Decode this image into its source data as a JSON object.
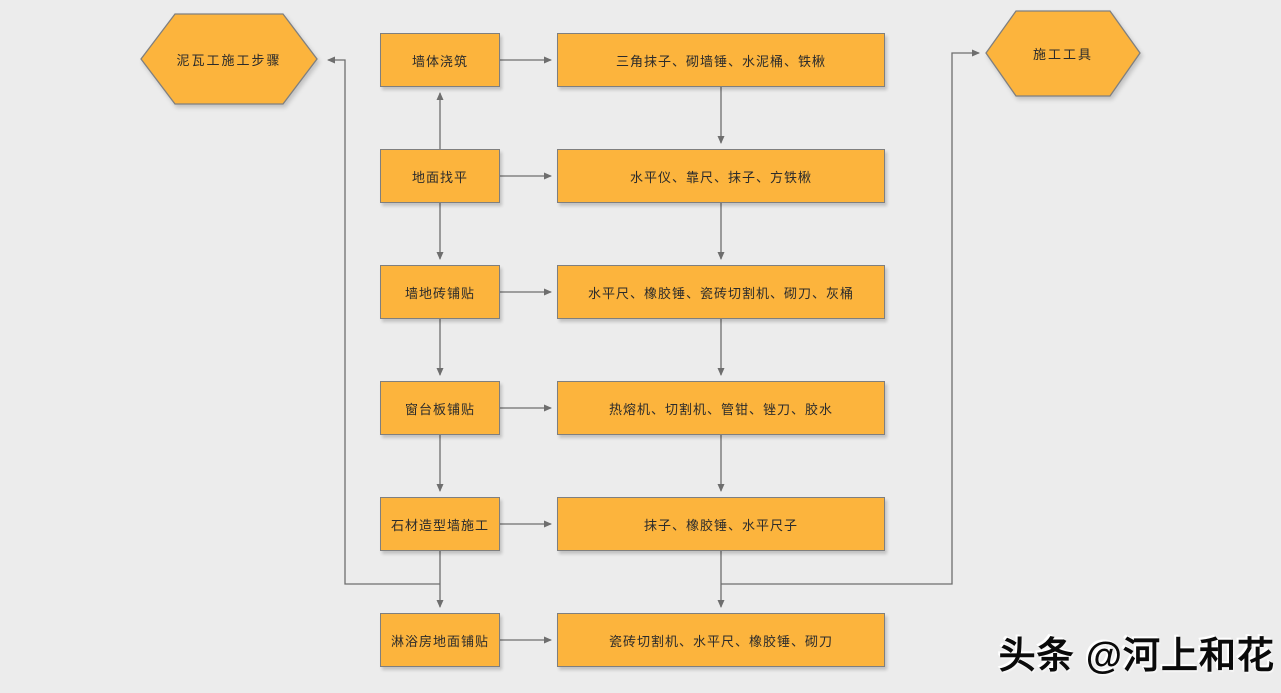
{
  "diagram": {
    "title_node": {
      "label": "泥瓦工施工步骤"
    },
    "result_node": {
      "label": "施工工具"
    },
    "steps": [
      {
        "label": "墙体浇筑",
        "tools": "三角抹子、砌墙锤、水泥桶、铁楸"
      },
      {
        "label": "地面找平",
        "tools": "水平仪、靠尺、抹子、方铁楸"
      },
      {
        "label": "墙地砖铺贴",
        "tools": "水平尺、橡胶锤、瓷砖切割机、砌刀、灰桶"
      },
      {
        "label": "窗台板铺贴",
        "tools": "热熔机、切割机、管钳、锉刀、胶水"
      },
      {
        "label": "石材造型墙施工",
        "tools": "抹子、橡胶锤、水平尺子"
      },
      {
        "label": "淋浴房地面铺贴",
        "tools": "瓷砖切割机、水平尺、橡胶锤、砌刀"
      }
    ],
    "colors": {
      "node_fill": "#fcb43d",
      "node_border": "#7f7f7f",
      "connector": "#6e6e6e",
      "background": "#ececec"
    }
  },
  "watermark": {
    "text": "头条 @河上和花"
  }
}
